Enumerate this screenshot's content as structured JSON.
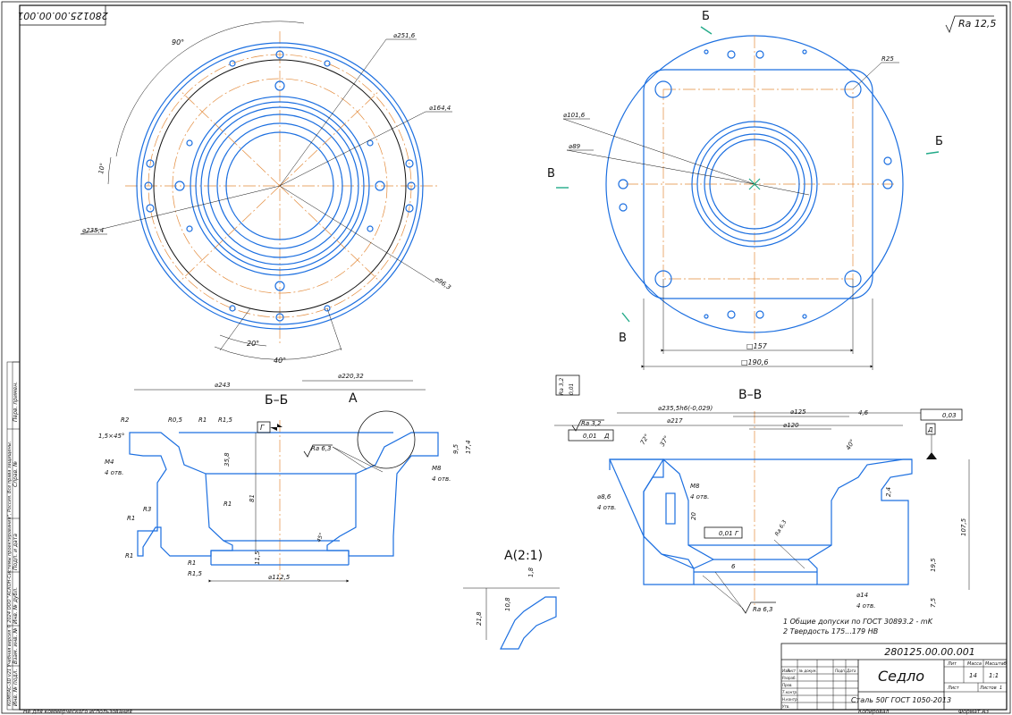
{
  "drawing": {
    "number_mirrored": "280125.00.00.001",
    "number": "280125.00.00.001",
    "part_name": "Седло",
    "material": "Сталь 50Г ГОСТ 1050-2013",
    "roughness": "Ra 12,5",
    "mass": "14",
    "scale": "1:1",
    "sheet_label": "Лист",
    "sheets_label": "Листов",
    "sheets_value": "1",
    "col_lit": "Лит",
    "col_mass": "Масса",
    "col_scale": "Масштаб",
    "title_cols": [
      "Изм",
      "Лист",
      "№ докум.",
      "Подп.",
      "Дата"
    ],
    "title_rows": [
      "Разраб.",
      "Пров.",
      "Т.контр.",
      "Н.контр.",
      "Утв."
    ],
    "copied": "Копировал",
    "format": "Формат   А3",
    "footer_left": "Не для коммерческого использования",
    "side_texts": [
      "Перв. примен.",
      "Справ. №",
      "Подп. и дата",
      "Инв. № дубл.",
      "Взам. инв. №",
      "Подп. и дата",
      "Инв. № подл."
    ],
    "side_long": "КОМПАС-3D v21 Учебная версия © 2024 ООО \"АСКОН-Системы проектирования\", Россия. Все права защищены."
  },
  "notes": [
    "1 Общие допуски по ГОСТ 30893.2 - mK",
    "2 Твердость 175...179 HB"
  ],
  "views": {
    "section_bb": "Б–Б",
    "section_vv": "В–В",
    "detail_a_title": "А(2:1)",
    "detail_a_ref": "А",
    "cut_b": "Б",
    "cut_v": "В",
    "datum_g": "Г",
    "datum_d": "Д"
  },
  "dims_top_left": [
    "⌀251,6",
    "⌀164,4",
    "⌀235,4",
    "⌀96,3",
    "90°",
    "10°",
    "20°",
    "40°"
  ],
  "dims_top_right": [
    "R25",
    "⌀101,6",
    "⌀89",
    "□157",
    "□190,6"
  ],
  "dims_bb": [
    "⌀243",
    "⌀220,32",
    "R2",
    "R0,5",
    "R1",
    "R1,5",
    "1,5×45°",
    "M4",
    "4 отв.",
    "R3",
    "R1",
    "R1",
    "R1",
    "R1,5",
    "35,8",
    "81",
    "11,5",
    "⌀112,5",
    "17,4",
    "9,5",
    "M8",
    "4 отв.",
    "Ra 6,3",
    "45°"
  ],
  "dims_vv": [
    "⌀235,5h6(-0,029)",
    "⌀217",
    "⌀125",
    "⌀120",
    "4,6",
    "Ra 3,2",
    "0,01",
    "Д",
    "0,01",
    "Г",
    "0,03",
    "Д",
    "Ra 3,2",
    "72°",
    "37°",
    "40°",
    "⌀8,6",
    "4 отв.",
    "M8",
    "4 отв.",
    "20",
    "2,4",
    "107,5",
    "19,5",
    "7,5",
    "6",
    "⌀14",
    "4 отв.",
    "Ra 6,3",
    "Ra 6,3"
  ],
  "detail_dims": [
    "1,8",
    "10,8",
    "21,8"
  ]
}
